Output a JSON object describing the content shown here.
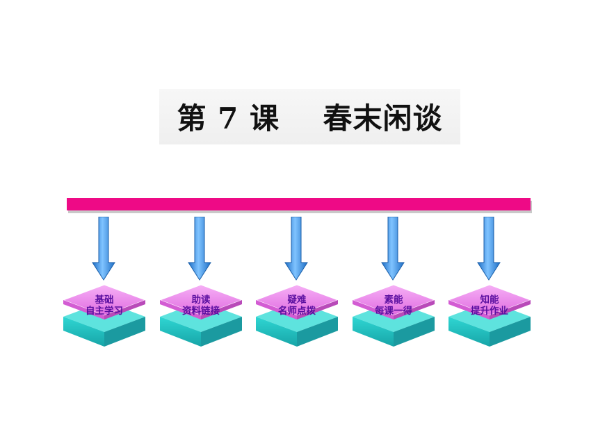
{
  "title": "第 7 课    春末闲谈",
  "nodes": [
    {
      "line1": "基础",
      "line2": "自主学习"
    },
    {
      "line1": "助读",
      "line2": "资料链接"
    },
    {
      "line1": "疑难",
      "line2": "名师点拨"
    },
    {
      "line1": "素能",
      "line2": "每课一得"
    },
    {
      "line1": "知能",
      "line2": "提升作业"
    }
  ],
  "colors": {
    "bar": "#ee0a86",
    "arrow": "#3d9de8",
    "node_top": "#ef86ee",
    "node_side": "#22c4c2",
    "label": "#5a0fa0"
  }
}
